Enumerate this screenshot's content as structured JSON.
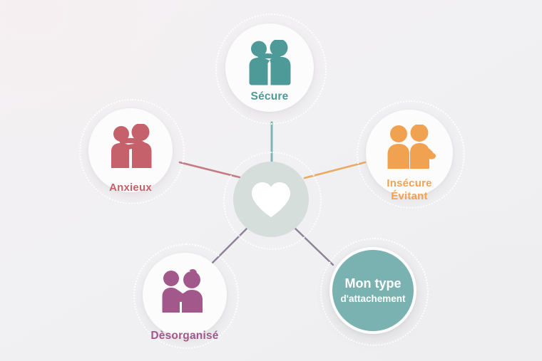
{
  "diagram": {
    "type": "radial-hub-and-spoke",
    "background_color": "#f1f0f2",
    "hub": {
      "icon": "heart-icon",
      "circle_color": "#d6dedc",
      "heart_color": "#ffffff"
    },
    "nodes": [
      {
        "id": "secure",
        "label": "Sécure",
        "label_lines": [
          "Sécure"
        ],
        "icon": "two-people-hugging-icon",
        "color": "#4e9a98",
        "connector_color": "#7fb3b4",
        "circle_color": "#fdfcfd",
        "position": "top"
      },
      {
        "id": "anxieux",
        "label": "Anxieux",
        "label_lines": [
          "Anxieux"
        ],
        "icon": "two-people-clinging-icon",
        "color": "#c4616a",
        "connector_color": "#c57b84",
        "circle_color": "#fdfcfd",
        "position": "upper-left"
      },
      {
        "id": "insecure-evitant",
        "label": "Insécure Évitant",
        "label_lines": [
          "Insécure",
          "Évitant"
        ],
        "icon": "two-people-back-to-back-icon",
        "color": "#f0a250",
        "connector_color": "#e8ab63",
        "circle_color": "#fdfcfd",
        "position": "upper-right"
      },
      {
        "id": "desorganise",
        "label": "Dèsorganisé",
        "label_lines": [
          "Dèsorganisé"
        ],
        "icon": "two-people-confused-question-icon",
        "color": "#a2588a",
        "connector_color": "#8c8198",
        "circle_color": "#fdfcfd",
        "position": "lower-left"
      }
    ],
    "answer_node": {
      "id": "mon-type-attachement",
      "line1": "Mon type",
      "line2": "d'attachement",
      "fill_color": "#79b2b0",
      "text_color": "#ffffff",
      "border_color": "#fdfdfd",
      "connector_color": "#8c8198",
      "position": "lower-right"
    }
  }
}
